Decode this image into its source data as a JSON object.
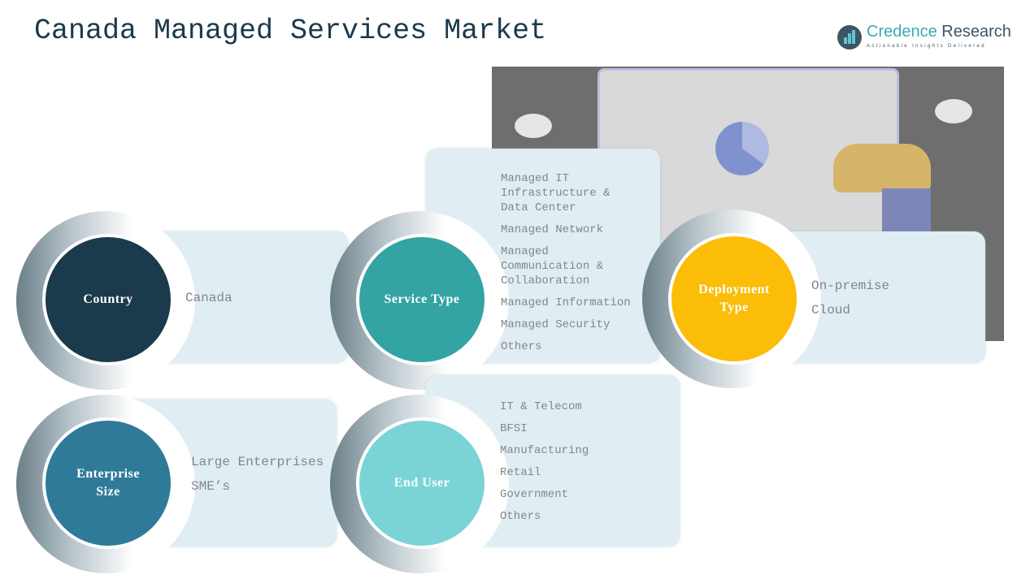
{
  "title": "Canada Managed Services Market",
  "logo": {
    "name_part1": "Credence",
    "name_part2": "Research",
    "tagline": "Actionable Insights Delivered"
  },
  "segments": {
    "country": {
      "label": "Country",
      "items": [
        "Canada"
      ],
      "color": "#1b3a4b"
    },
    "service_type": {
      "label": "Service Type",
      "items": [
        "Managed IT Infrastructure & Data Center",
        "Managed Network",
        "Managed Communication & Collaboration",
        "Managed Information",
        "Managed Security",
        "Others"
      ],
      "color": "#33a3a3"
    },
    "deployment_type": {
      "label": "Deployment Type",
      "items": [
        "On-premise",
        "Cloud"
      ],
      "color": "#fbbd08"
    },
    "enterprise_size": {
      "label": "Enterprise Size",
      "items": [
        "Large Enterprises",
        "SME’s"
      ],
      "color": "#2f7a99"
    },
    "end_user": {
      "label": "End User",
      "items": [
        "IT & Telecom",
        "BFSI",
        "Manufacturing",
        "Retail",
        "Government",
        "Others"
      ],
      "color": "#7ad4d6"
    }
  }
}
